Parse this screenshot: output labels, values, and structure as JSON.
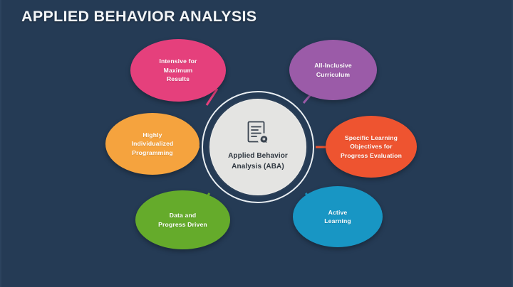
{
  "slide": {
    "title": "APPLIED BEHAVIOR ANALYSIS",
    "background_color": "#253b55"
  },
  "center": {
    "label": "Applied Behavior\nAnalysis (ABA)",
    "line1": "Applied Behavior",
    "line2": "Analysis (ABA)",
    "icon": "document-brain-icon",
    "fill_color": "#e4e4e2",
    "text_color": "#2f3740",
    "ring_color": "#e9eef2"
  },
  "nodes": [
    {
      "id": "intensive-maximum-results",
      "label": "Intensive for\nMaximum\nResults",
      "lines": [
        "Intensive for",
        "Maximum",
        "Results"
      ],
      "color": "#e5407c",
      "position": "top-left"
    },
    {
      "id": "all-inclusive-curriculum",
      "label": "All-Inclusive\nCurriculum",
      "lines": [
        "All-Inclusive",
        "Curriculum"
      ],
      "color": "#9b5ba8",
      "position": "top-right"
    },
    {
      "id": "specific-learning-objectives",
      "label": "Specific Learning\nObjectives for\nProgress Evaluation",
      "lines": [
        "Specific Learning",
        "Objectives for",
        "Progress Evaluation"
      ],
      "color": "#ee5430",
      "position": "right"
    },
    {
      "id": "active-learning",
      "label": "Active\nLearning",
      "lines": [
        "Active",
        "Learning"
      ],
      "color": "#1896c4",
      "position": "bottom-right"
    },
    {
      "id": "data-progress-driven",
      "label": "Data and\nProgress Driven",
      "lines": [
        "Data and",
        "Progress Driven"
      ],
      "color": "#65ab2b",
      "position": "bottom-left"
    },
    {
      "id": "highly-individualized-programming",
      "label": "Highly\nIndividualized\nProgramming",
      "lines": [
        "Highly",
        "Individualized",
        "Programming"
      ],
      "color": "#f5a33e",
      "position": "left"
    }
  ]
}
